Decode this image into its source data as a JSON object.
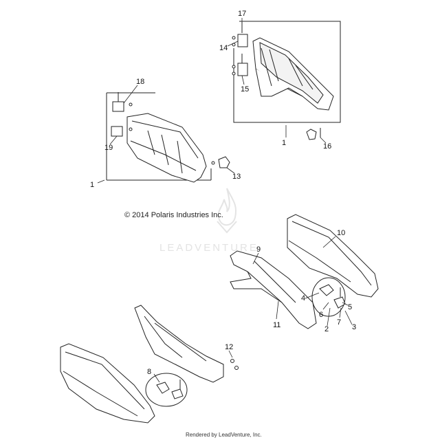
{
  "copyright": "© 2014 Polaris Industries Inc.",
  "watermark": "LEADVENTURE",
  "footer": "Rendered by LeadVenture, Inc.",
  "callouts": {
    "c17": "17",
    "c14": "14",
    "c15": "15",
    "c1a": "1",
    "c16": "16",
    "c18": "18",
    "c19": "19",
    "c1b": "1",
    "c13": "13",
    "c10": "10",
    "c9": "9",
    "c4": "4",
    "c5": "5",
    "c6": "6",
    "c7": "7",
    "c2": "2",
    "c3": "3",
    "c11": "11",
    "c12": "12",
    "c8": "8"
  },
  "icons": {
    "watermark_logo": "leadventure-flame-logo"
  }
}
